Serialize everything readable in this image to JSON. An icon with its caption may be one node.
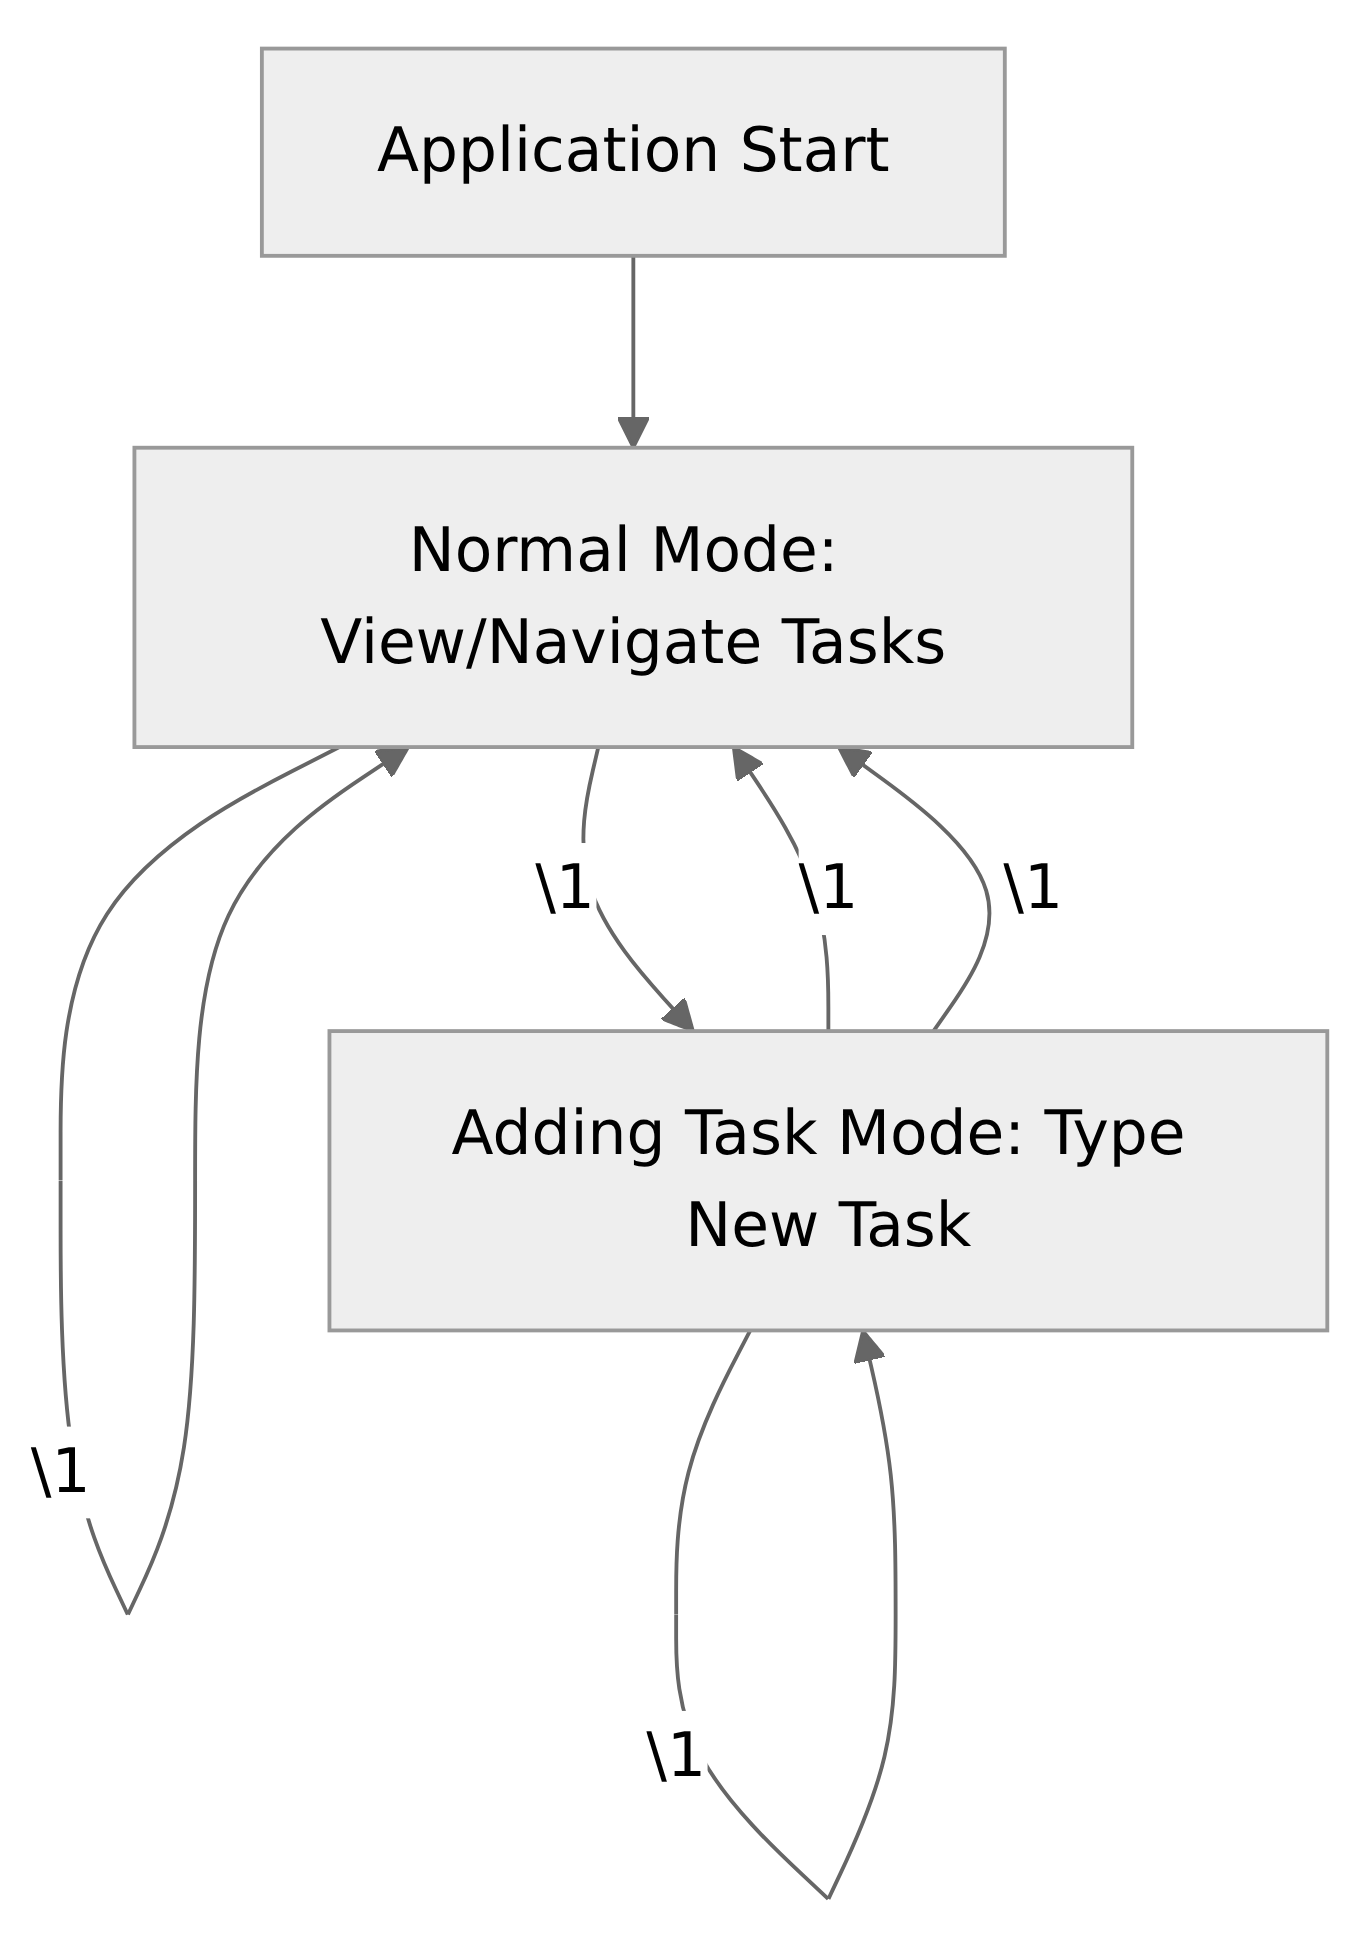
{
  "diagram": {
    "nodes": [
      {
        "text": [
          "Application Start"
        ]
      },
      {
        "text": [
          "Normal Mode: View/Navigate Tasks"
        ]
      },
      {
        "text": [
          "Adding Task Mode: Type New Task"
        ]
      }
    ],
    "edges": [
      {
        "from": 0,
        "to": 1,
        "arrow": "to"
      },
      {
        "from": 1,
        "to": 2,
        "arrow": "to",
        "label": "\\1"
      },
      {
        "from": 2,
        "to": 1,
        "arrow": "to",
        "label": "\\1"
      },
      {
        "from": 2,
        "to": 1,
        "arrow": "to",
        "label": "\\1"
      },
      {
        "from": 1,
        "to": 1,
        "arrow": "to",
        "label": "\\1"
      },
      {
        "from": 2,
        "to": 2,
        "arrow": "to",
        "label": "\\1"
      }
    ]
  }
}
